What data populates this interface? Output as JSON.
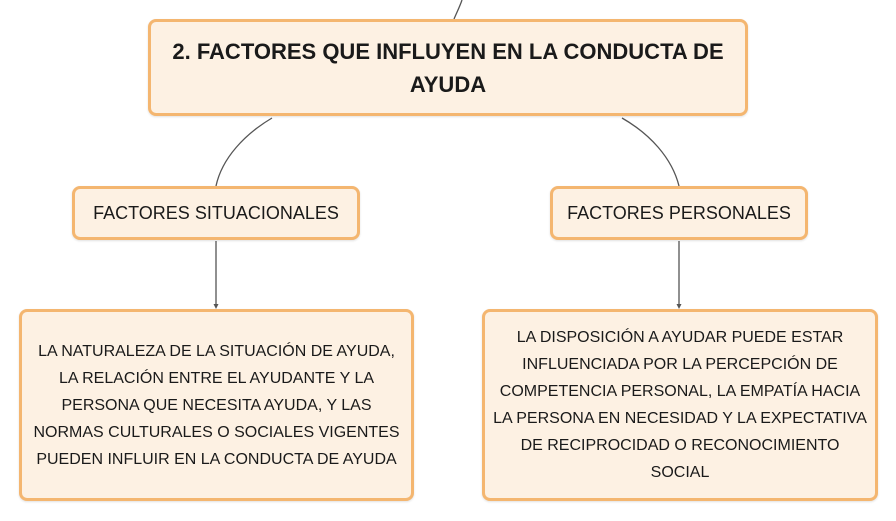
{
  "diagram": {
    "root": {
      "label": "2. FACTORES QUE INFLUYEN EN LA CONDUCTA DE AYUDA"
    },
    "branches": [
      {
        "label": "FACTORES SITUACIONALES",
        "detail": "LA NATURALEZA DE LA SITUACIÓN DE AYUDA, LA RELACIÓN ENTRE EL AYUDANTE Y LA PERSONA QUE NECESITA AYUDA, Y LAS NORMAS CULTURALES O SOCIALES VIGENTES PUEDEN INFLUIR EN LA CONDUCTA DE AYUDA"
      },
      {
        "label": "FACTORES PERSONALES",
        "detail": "LA DISPOSICIÓN A AYUDAR PUEDE ESTAR INFLUENCIADA POR LA PERCEPCIÓN DE COMPETENCIA PERSONAL, LA EMPATÍA HACIA LA PERSONA EN NECESIDAD Y LA EXPECTATIVA DE RECIPROCIDAD O RECONOCIMIENTO SOCIAL"
      }
    ],
    "colors": {
      "node_fill": "#fdf1e3",
      "node_border": "#f4b670",
      "connector": "#555555"
    }
  }
}
